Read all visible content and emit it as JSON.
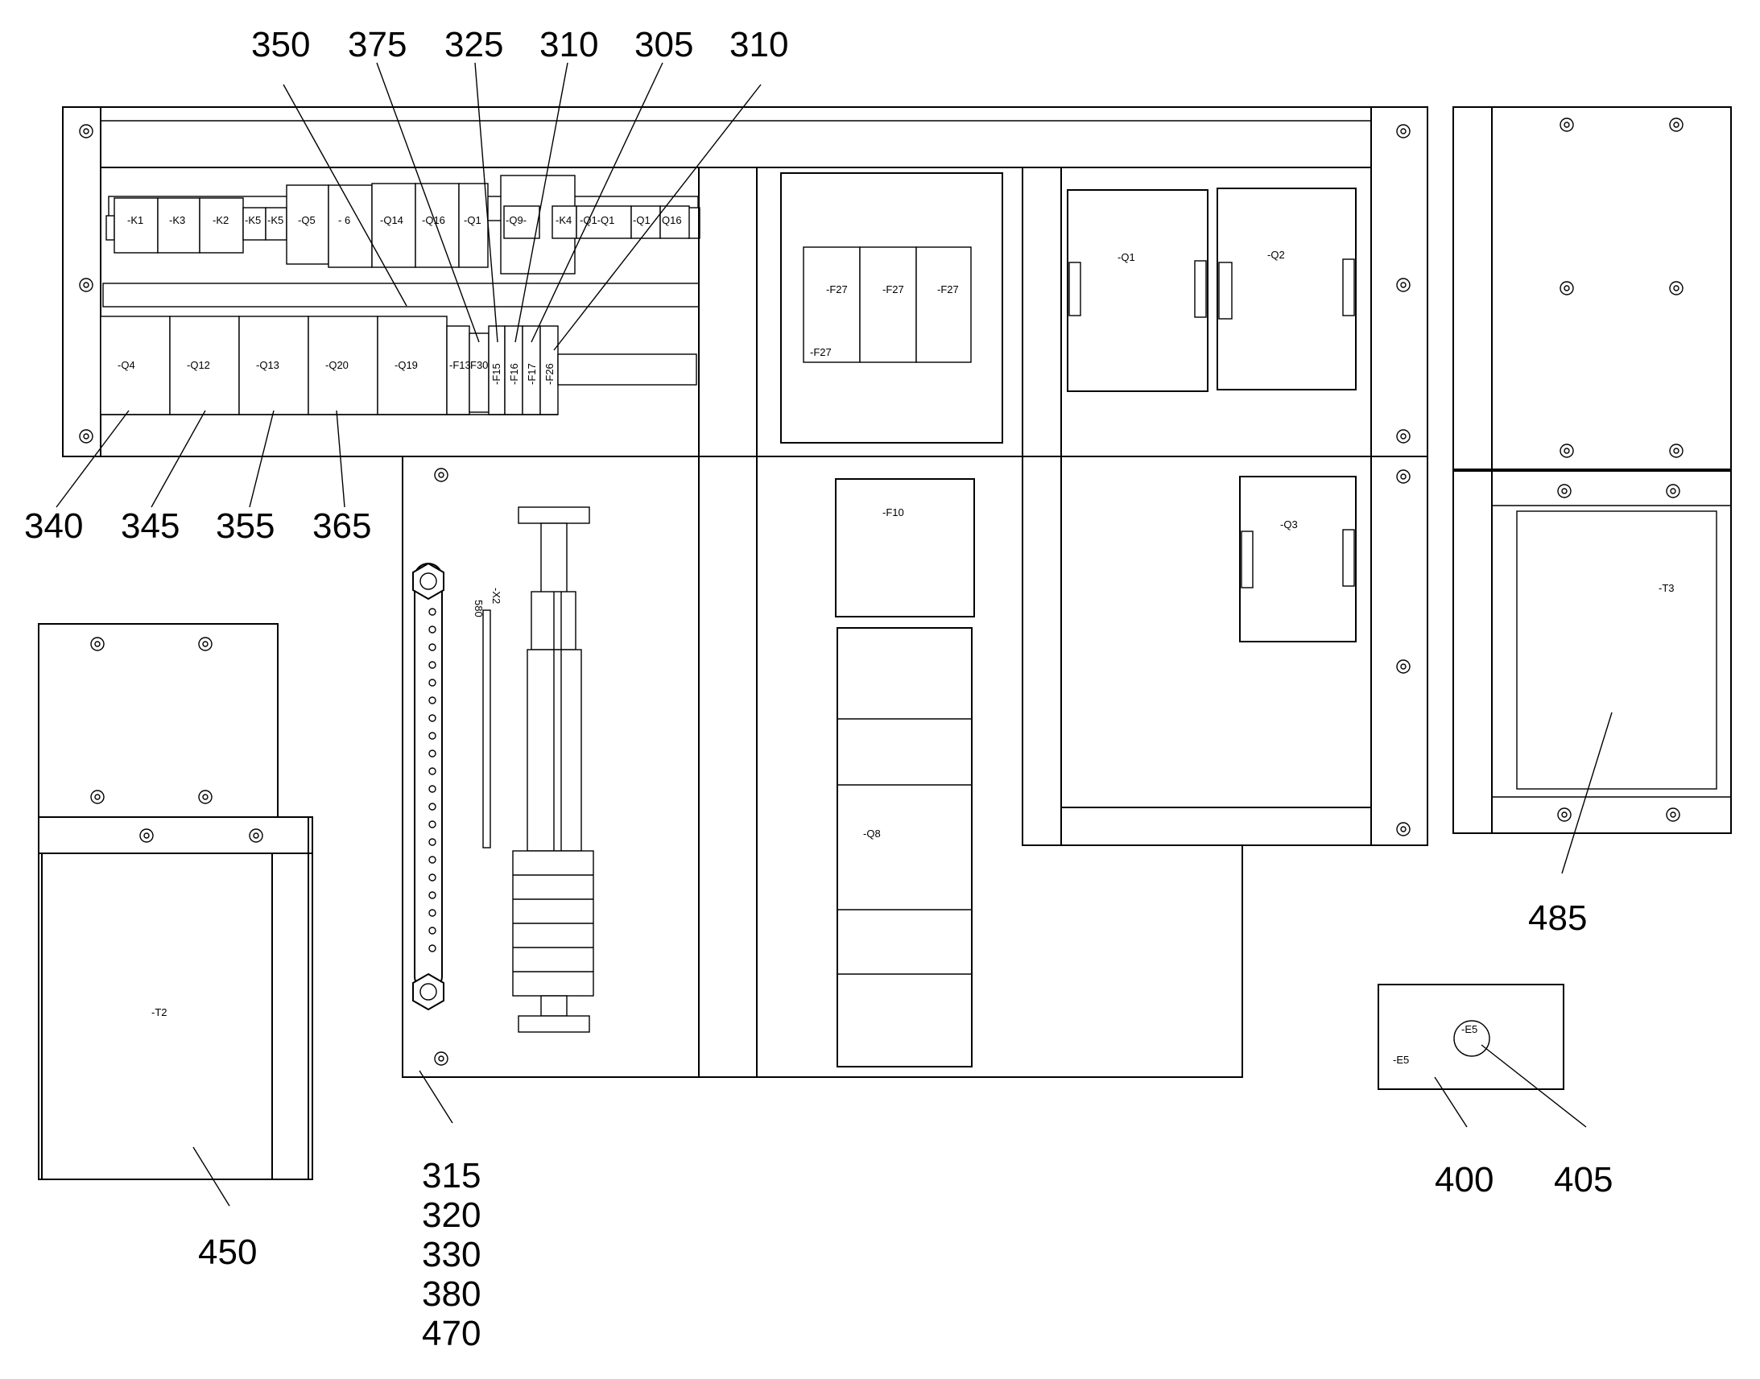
{
  "reference_numerals": {
    "n350": "350",
    "n375": "375",
    "n325": "325",
    "n310a": "310",
    "n305": "305",
    "n310b": "310",
    "n340": "340",
    "n345": "345",
    "n355": "355",
    "n365": "365",
    "n485": "485",
    "n450": "450",
    "n400": "400",
    "n405": "405",
    "n315": "315",
    "n320": "320",
    "n330": "330",
    "n380": "380",
    "n470": "470"
  },
  "components": {
    "k1": "-K1",
    "k3": "-K3",
    "k2": "-K2",
    "k5a": "-K5",
    "k5b": "-K5",
    "q5": "-Q5",
    "q6": "- 6",
    "q14": "-Q14",
    "q16a": "-Q16",
    "q1top": "-Q1",
    "q9": "-Q9-",
    "k4": "-K4",
    "q11": "-Q1-Q1",
    "q1b": "-Q1",
    "q16b": "Q16",
    "q4": "-Q4",
    "q12": "-Q12",
    "q13": "-Q13",
    "q20": "-Q20",
    "q19": "-Q19",
    "f13": "-F13",
    "f30": "F30",
    "f15": "-F15",
    "f16": "-F16",
    "f17": "-F17",
    "f26": "-F26",
    "f27a": "-F27",
    "f27b": "-F27",
    "f27c": "-F27",
    "f27d": "-F27",
    "q1": "-Q1",
    "q2": "-Q2",
    "q3": "-Q3",
    "f10": "-F10",
    "q8": "-Q8",
    "x2": "-X2",
    "n580": "580",
    "t3": "-T3",
    "t2": "-T2",
    "e5a": "-E5",
    "e5b": "-E5"
  }
}
